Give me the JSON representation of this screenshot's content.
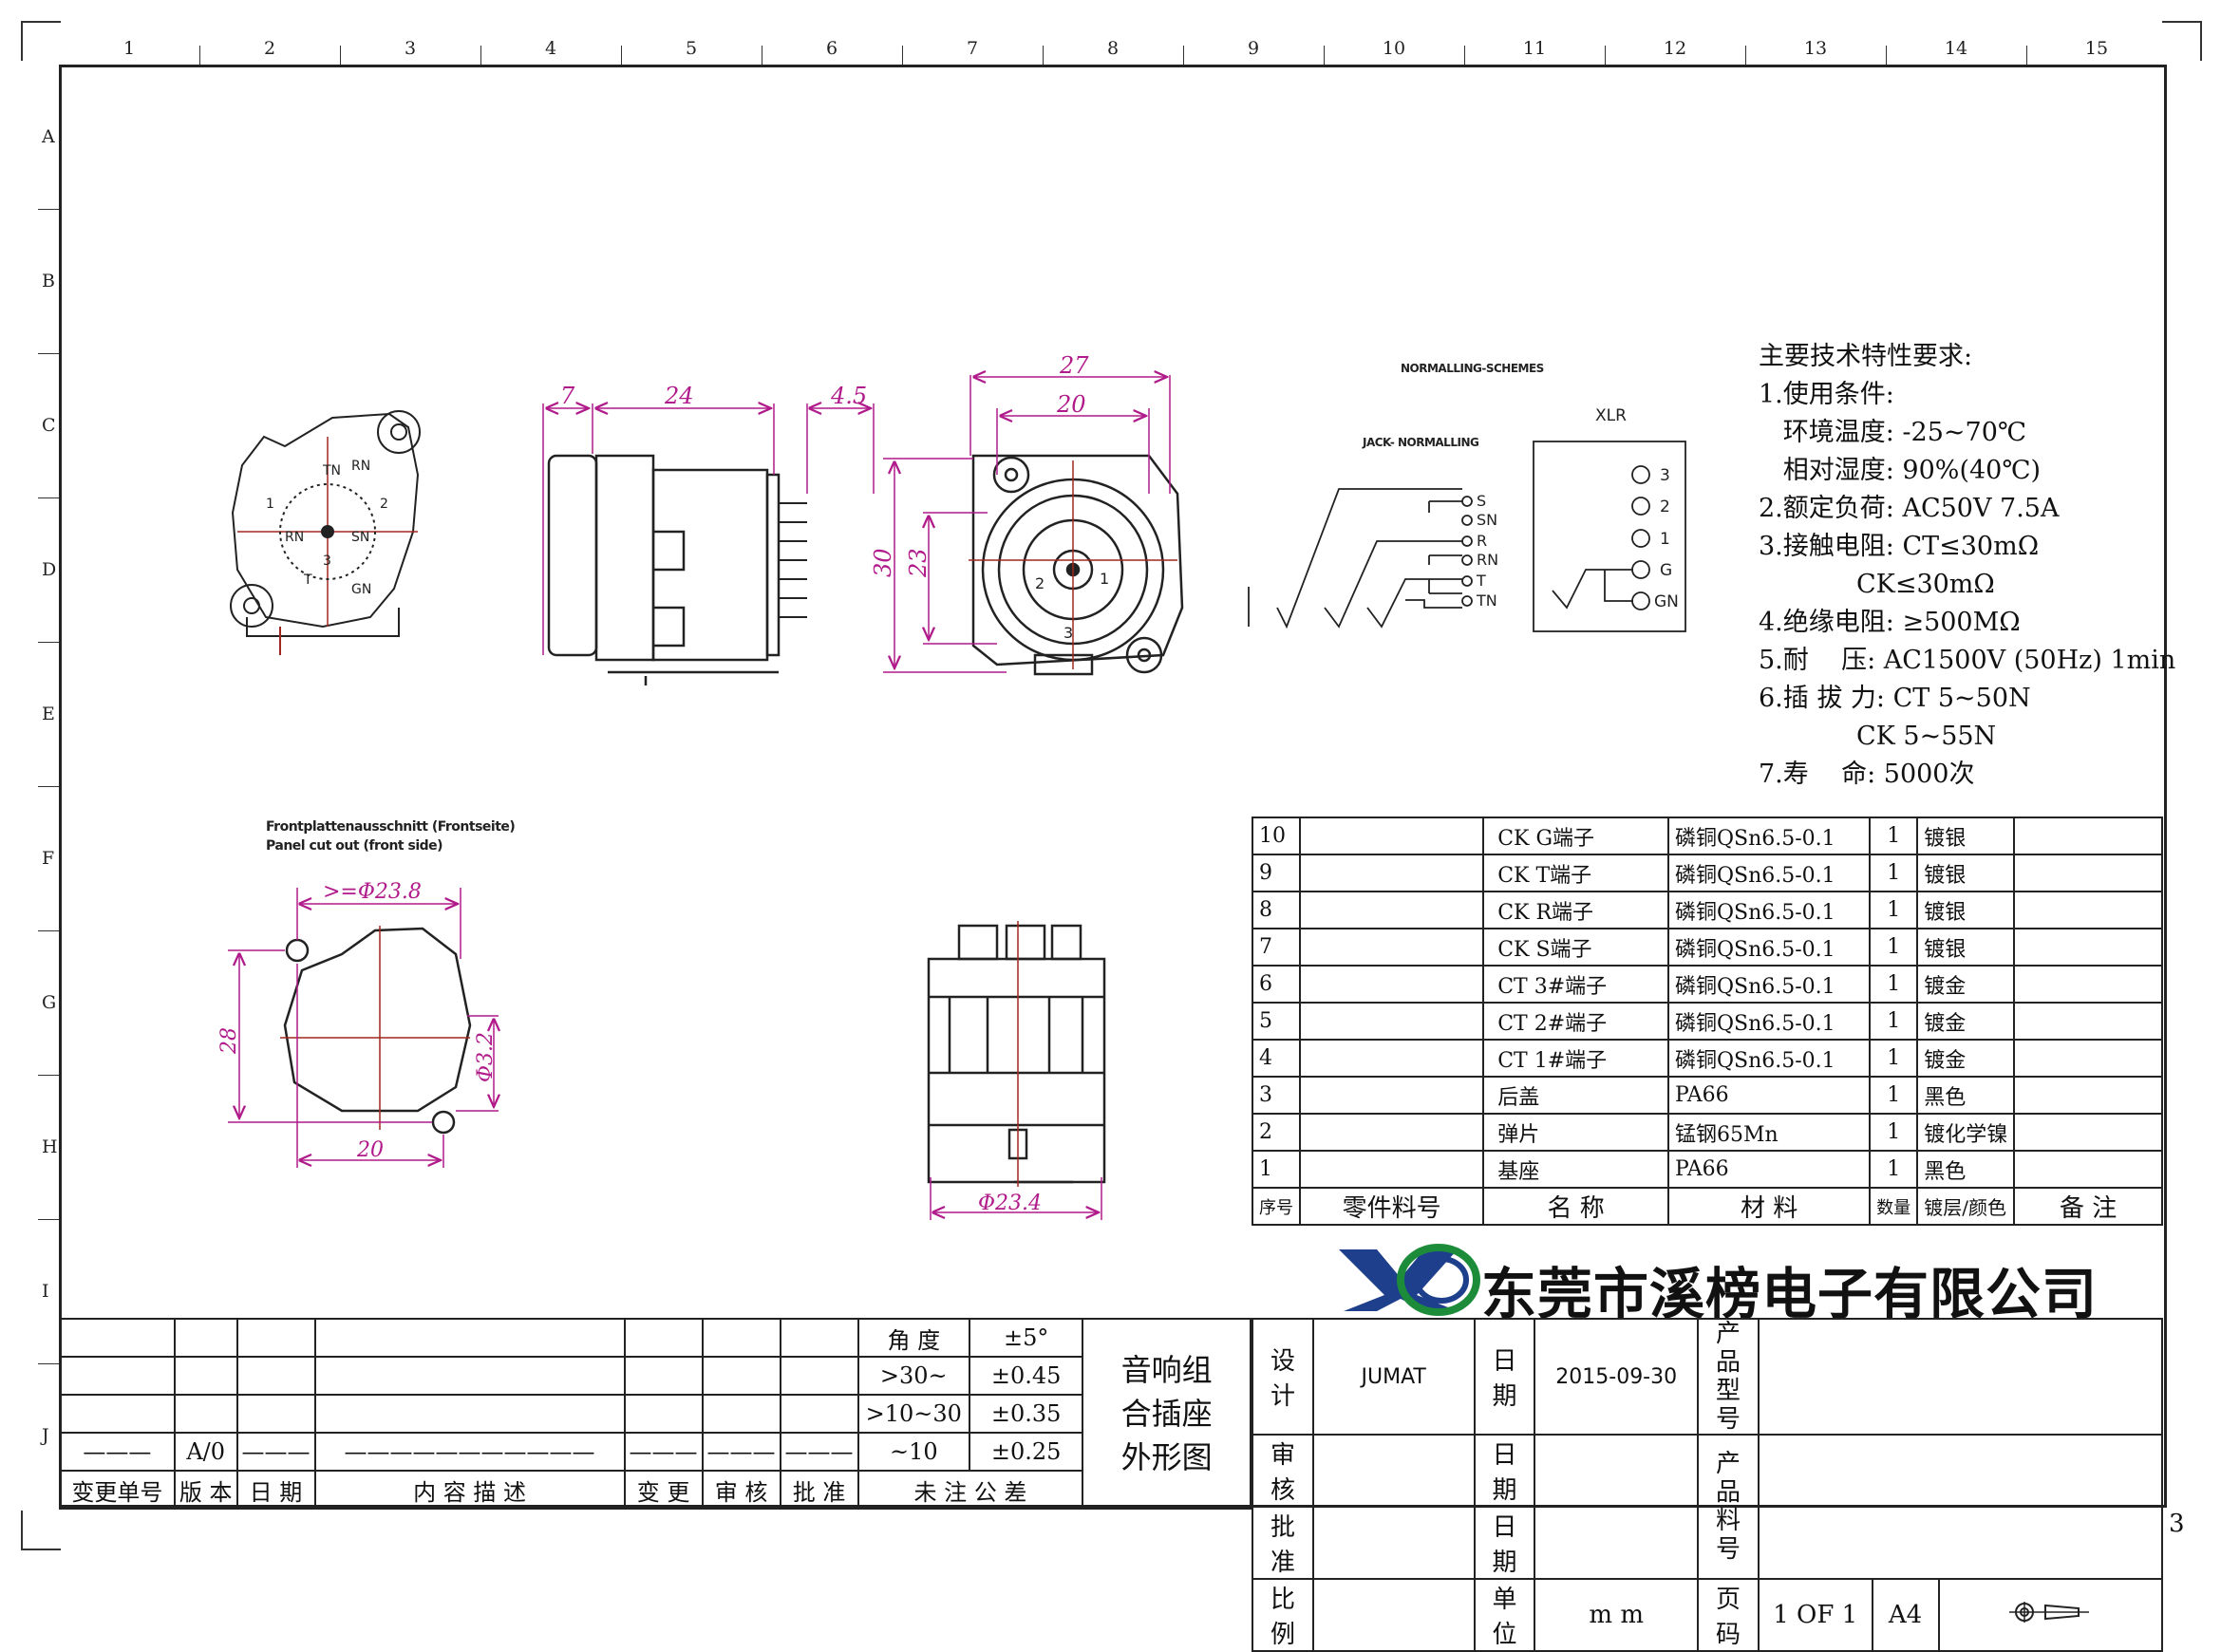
{
  "ruler": {
    "columns": [
      "1",
      "2",
      "3",
      "4",
      "5",
      "6",
      "7",
      "8",
      "9",
      "10",
      "11",
      "12",
      "13",
      "14",
      "15"
    ],
    "rows": [
      "A",
      "B",
      "C",
      "D",
      "E",
      "F",
      "G",
      "H",
      "I",
      "J"
    ]
  },
  "sheet_number": "3",
  "drawings": {
    "side_dims": [
      "7",
      "24",
      "4.5"
    ],
    "front_dims": [
      "27",
      "20",
      "30",
      "23"
    ],
    "cutout_title": [
      "Frontplattenausschnitt (Frontseite)",
      "Panel cut out (front side)"
    ],
    "cutout_dims": [
      ">=Φ23.8",
      "28",
      "20",
      "Φ3.2"
    ],
    "bottom_dim": "Φ23.4",
    "schematic_title": "NORMALLING-SCHEMES",
    "schematic_sub": "JACK- NORMALLING",
    "jack_pins": [
      "S",
      "SN",
      "R",
      "RN",
      "T",
      "TN"
    ],
    "xlr_title": "XLR",
    "xlr_pins": [
      "3",
      "2",
      "1",
      "G",
      "GN"
    ],
    "connector_pins": [
      "1",
      "2",
      "3"
    ]
  },
  "specs": {
    "heading": "主要技术特性要求:",
    "lines": [
      "1.使用条件:",
      "   环境温度: -25~70℃",
      "   相对湿度: 90%(40℃)",
      "2.额定负荷: AC50V 7.5A",
      "3.接触电阻: CT≤30mΩ",
      "            CK≤30mΩ",
      "4.绝缘电阻: ≥500MΩ",
      "5.耐    压: AC1500V (50Hz) 1min",
      "6.插 拔 力: CT 5~50N",
      "            CK 5~55N",
      "7.寿    命: 5000次"
    ]
  },
  "parts": {
    "rows": [
      {
        "no": "10",
        "code": "",
        "name": "CK G端子",
        "material": "磷铜QSn6.5-0.1",
        "qty": "1",
        "finish": "镀银",
        "note": ""
      },
      {
        "no": "9",
        "code": "",
        "name": "CK T端子",
        "material": "磷铜QSn6.5-0.1",
        "qty": "1",
        "finish": "镀银",
        "note": ""
      },
      {
        "no": "8",
        "code": "",
        "name": "CK R端子",
        "material": "磷铜QSn6.5-0.1",
        "qty": "1",
        "finish": "镀银",
        "note": ""
      },
      {
        "no": "7",
        "code": "",
        "name": "CK S端子",
        "material": "磷铜QSn6.5-0.1",
        "qty": "1",
        "finish": "镀银",
        "note": ""
      },
      {
        "no": "6",
        "code": "",
        "name": "CT 3#端子",
        "material": "磷铜QSn6.5-0.1",
        "qty": "1",
        "finish": "镀金",
        "note": ""
      },
      {
        "no": "5",
        "code": "",
        "name": "CT 2#端子",
        "material": "磷铜QSn6.5-0.1",
        "qty": "1",
        "finish": "镀金",
        "note": ""
      },
      {
        "no": "4",
        "code": "",
        "name": "CT 1#端子",
        "material": "磷铜QSn6.5-0.1",
        "qty": "1",
        "finish": "镀金",
        "note": ""
      },
      {
        "no": "3",
        "code": "",
        "name": "后盖",
        "material": "PA66",
        "qty": "1",
        "finish": "黑色",
        "note": ""
      },
      {
        "no": "2",
        "code": "",
        "name": "弹片",
        "material": "锰钢65Mn",
        "qty": "1",
        "finish": "镀化学镍",
        "note": ""
      },
      {
        "no": "1",
        "code": "",
        "name": "基座",
        "material": "PA66",
        "qty": "1",
        "finish": "黑色",
        "note": ""
      }
    ],
    "header": {
      "no": "序号",
      "code": "零件料号",
      "name": "名  称",
      "material": "材    料",
      "qty": "数量",
      "finish": "镀层/颜色",
      "note": "备  注"
    }
  },
  "company": "东莞市溪榜电子有限公司",
  "title_block": {
    "design_lbl": "设计",
    "design": "JUMAT",
    "date_lbl": "日期",
    "date": "2015-09-30",
    "model_lbl": "产品\n型号",
    "review_lbl": "审核",
    "date2_lbl": "日期",
    "part_lbl": "产品\n料号",
    "approve_lbl": "批准",
    "date3_lbl": "日期",
    "scale_lbl": "比例",
    "unit_lbl": "单位",
    "unit": "m m",
    "page_lbl": "页码",
    "page": "1 OF 1",
    "size": "A4"
  },
  "tolerance": {
    "rows": [
      {
        "k": "角 度",
        "v": "±5°"
      },
      {
        "k": ">30~",
        "v": "±0.45"
      },
      {
        "k": ">10~30",
        "v": "±0.35"
      },
      {
        "k": "~10",
        "v": "±0.25"
      },
      {
        "k": "未 注 公 差",
        "v": ""
      }
    ]
  },
  "drawing_title": [
    "音响组",
    "合插座",
    "外形图"
  ],
  "revision": {
    "row4": [
      "———",
      "A/0",
      "———",
      "———————————",
      "———",
      "———",
      "———"
    ],
    "labels": [
      "变更单号",
      "版 本",
      "日 期",
      "内 容 描 述",
      "变 更",
      "审 核",
      "批 准"
    ]
  },
  "colors": {
    "dim": "#b01a8a",
    "center": "#a0281e",
    "line": "#222"
  }
}
